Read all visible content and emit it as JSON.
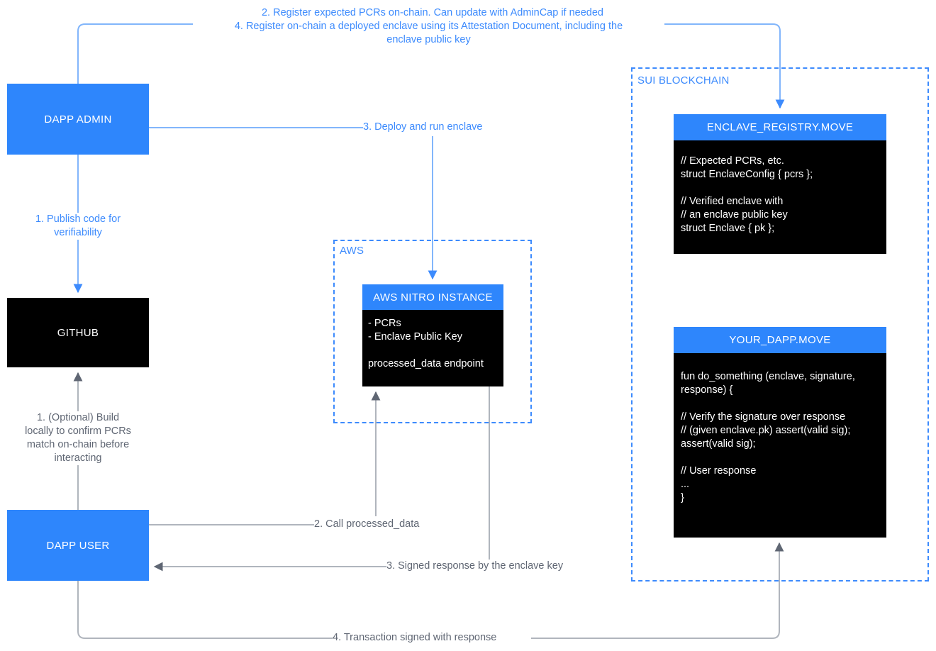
{
  "diagram": {
    "title": "Sui Nautilus enclave attestation flow",
    "colors": {
      "blue": "#2e86fc",
      "blue_line": "#82b6fb",
      "blue_text": "#3d8bfd",
      "gray_text": "#5f6673",
      "gray_line": "#b0b5bd",
      "gray_arrow": "#5f6673",
      "black": "#000000",
      "white": "#ffffff"
    }
  },
  "groups": [
    {
      "id": "aws",
      "label": "AWS"
    },
    {
      "id": "sui",
      "label": "SUI BLOCKCHAIN"
    }
  ],
  "nodes": {
    "dapp_admin": {
      "label": "DAPP ADMIN"
    },
    "github": {
      "label": "GITHUB"
    },
    "dapp_user": {
      "label": "DAPP USER"
    },
    "aws_nitro": {
      "header": "AWS NITRO INSTANCE",
      "body": "- PCRs\n- Enclave Public Key\n\nprocessed_data endpoint"
    },
    "enclave_registry": {
      "header": "ENCLAVE_REGISTRY.MOVE",
      "body": "// Expected PCRs, etc.\nstruct EnclaveConfig { pcrs };\n\n// Verified enclave with\n// an enclave public key\nstruct Enclave { pk };"
    },
    "your_dapp": {
      "header": "YOUR_DAPP.MOVE",
      "body": "fun do_something (enclave, signature,\nresponse) {\n\n// Verify the signature over response\n// (given enclave.pk) assert(valid sig);\nassert(valid sig);\n\n// User response\n...\n}"
    }
  },
  "edges": {
    "register_pcrs": "2. Register expected PCRs on-chain. Can update with AdminCap if needed",
    "register_enclave": "4. Register on-chain a deployed enclave using its Attestation Document, including the\nenclave public key",
    "publish_code": "1. Publish code for\nverifiability",
    "deploy_enclave": "3. Deploy and run enclave",
    "build_locally": "1. (Optional) Build\nlocally to confirm PCRs\nmatch on-chain before\ninteracting",
    "call_processed_data": "2. Call processed_data",
    "signed_response": "3. Signed response by the enclave key",
    "transaction_signed": "4. Transaction signed with response"
  }
}
